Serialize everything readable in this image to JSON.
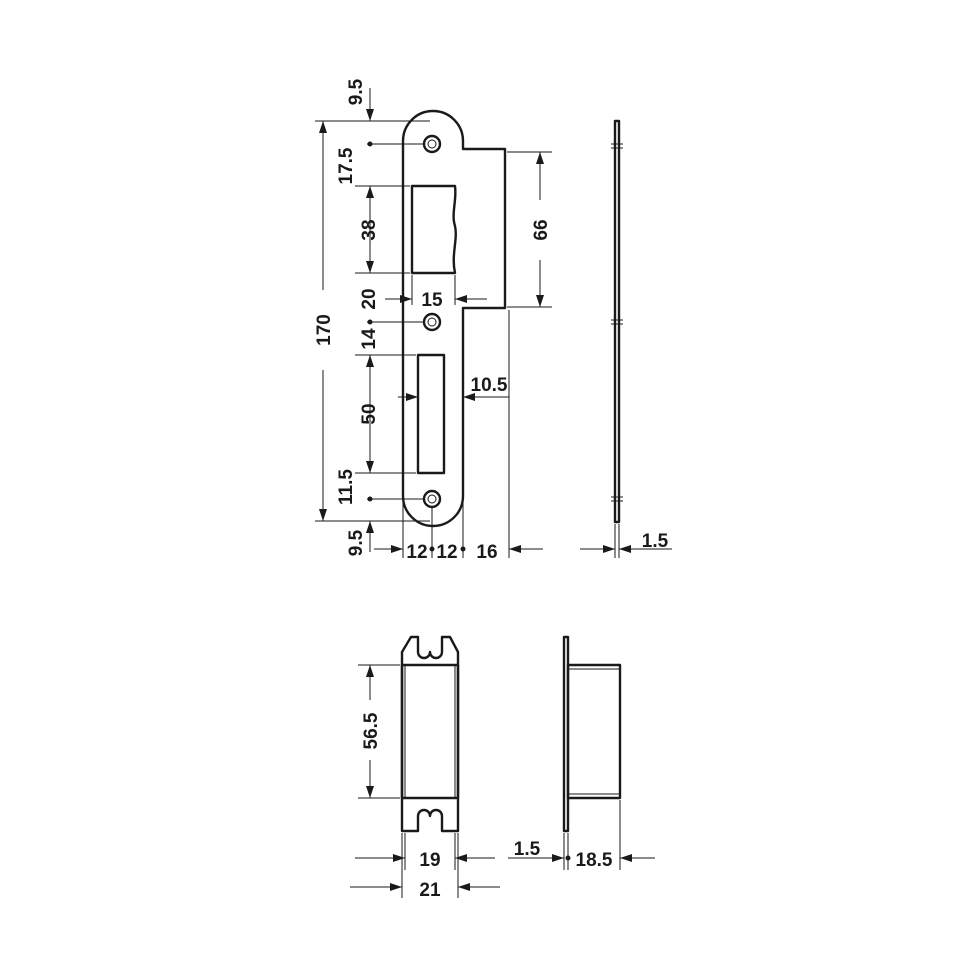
{
  "strike_plate_front": {
    "dims": {
      "top_offset": "9.5",
      "hole_to_box": "17.5",
      "upper_box_height": "38",
      "box_to_hole": "20",
      "hole_to_lower_box": "14",
      "lower_box_height": "50",
      "lower_margin": "11.5",
      "bottom_offset": "9.5",
      "total_height": "170",
      "upper_box_width": "15",
      "lip_height": "66",
      "lower_box_offset": "10.5",
      "width_left": "12",
      "width_mid": "12",
      "lip_width": "16"
    }
  },
  "strike_plate_side": {
    "dims": {
      "thickness": "1.5"
    }
  },
  "box_keep_front": {
    "dims": {
      "height": "56.5",
      "inner_width": "19",
      "outer_width": "21"
    }
  },
  "box_keep_side": {
    "dims": {
      "flange": "1.5",
      "depth": "18.5"
    }
  }
}
